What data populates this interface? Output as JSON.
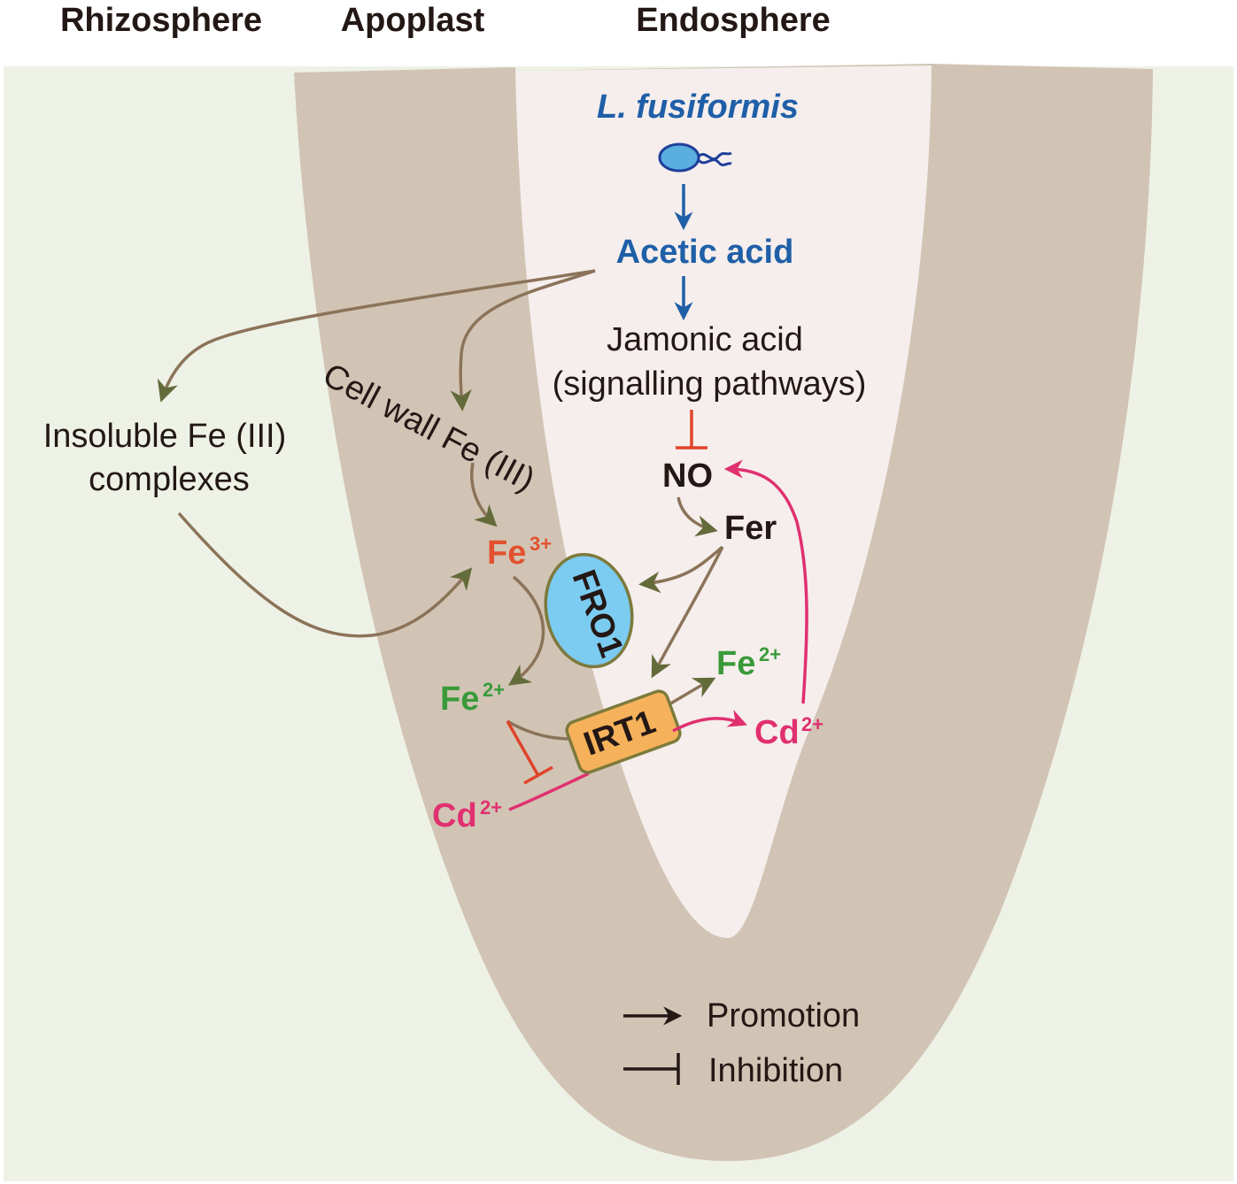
{
  "headers": {
    "rhizosphere": "Rhizosphere",
    "apoplast": "Apoplast",
    "endosphere": "Endosphere"
  },
  "nodes": {
    "bacterium": "L. fusiformis",
    "acetic_acid": "Acetic acid",
    "jasmonic_line1": "Jamonic acid",
    "jasmonic_line2": "(signalling pathways)",
    "insoluble_line1": "Insoluble Fe (III)",
    "insoluble_line2": "complexes",
    "cell_wall": "Cell wall Fe (III)",
    "no": "NO",
    "fer": "Fer",
    "fro1": "FRO1",
    "irt1": "IRT1",
    "fe3_base": "Fe",
    "fe3_sup": "3+",
    "fe2_left_base": "Fe",
    "fe2_left_sup": "2+",
    "fe2_right_base": "Fe",
    "fe2_right_sup": "2+",
    "cd_right_base": "Cd",
    "cd_right_sup": "2+",
    "cd_left_base": "Cd",
    "cd_left_sup": "2+"
  },
  "legend": {
    "promotion": "Promotion",
    "inhibition": "Inhibition"
  },
  "colors": {
    "rhizosphere_bg": "#eef2e6",
    "root_cortex": "#d1c4b5",
    "endosphere": "#f5eeec",
    "blue": "#1f5fa8",
    "brown_arrow": "#8b7359",
    "arrow_head": "#636b3a",
    "magenta": "#e0306f",
    "inhibit_red": "#e0442a",
    "fe3": "#e3512e",
    "fe2": "#3a9a3a",
    "fro1_fill": "#7ccbf0",
    "irt1_fill": "#f6b25b"
  }
}
